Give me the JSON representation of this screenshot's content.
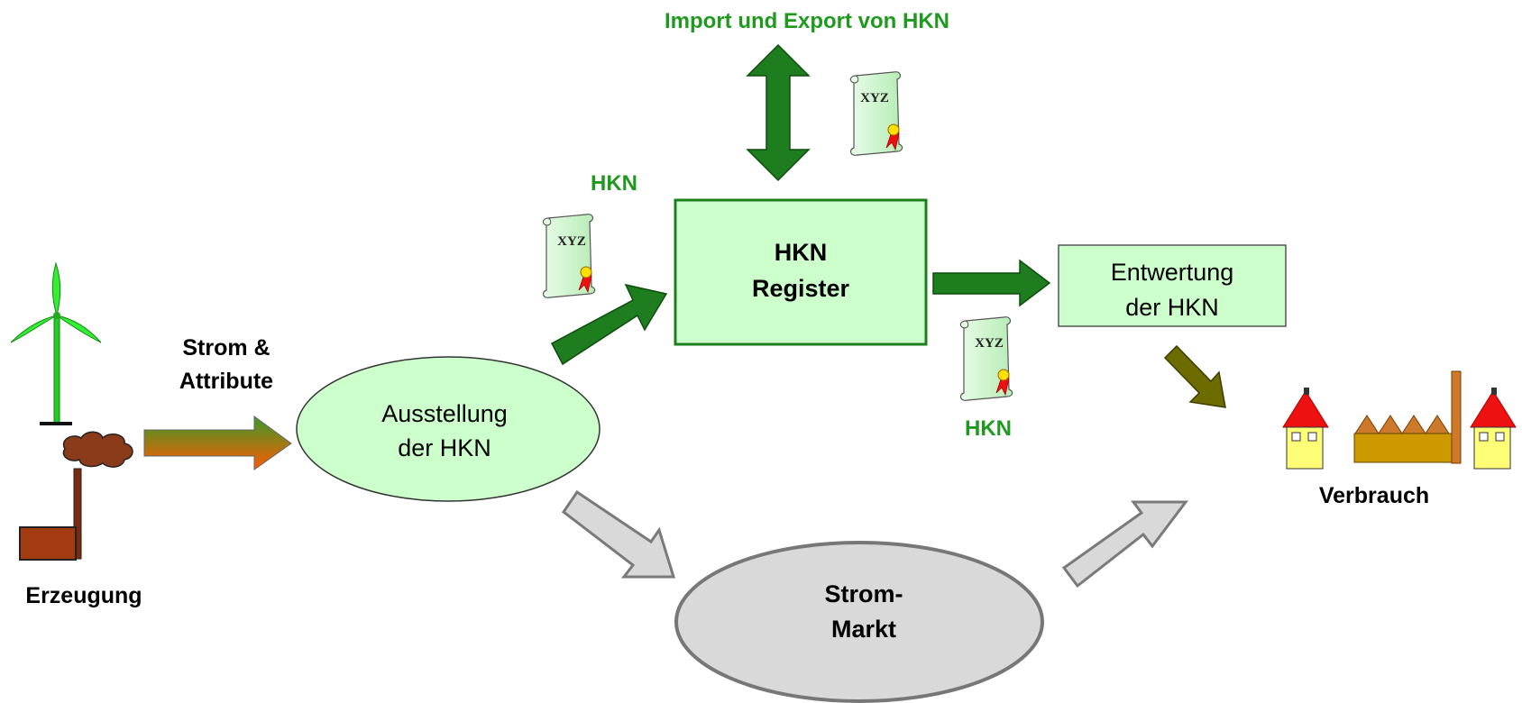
{
  "labels": {
    "import_export": "Import und Export von HKN",
    "hkn_left": "HKN",
    "hkn_right": "HKN",
    "strom_attribute_1": "Strom &",
    "strom_attribute_2": "Attribute",
    "erzeugung": "Erzeugung",
    "verbrauch": "Verbrauch"
  },
  "nodes": {
    "ausstellung": {
      "line1": "Ausstellung",
      "line2": "der HKN"
    },
    "register": {
      "line1": "HKN",
      "line2": "Register"
    },
    "entwertung": {
      "line1": "Entwertung",
      "line2": "der HKN"
    },
    "markt": {
      "line1": "Strom-",
      "line2": "Markt"
    }
  },
  "certificate": {
    "text": "XYZ"
  },
  "colors": {
    "green_label": "#1f9a1f",
    "green_arrow": "#1e7d1e",
    "light_green_fill": "#ccffcc",
    "grey_fill": "#d9d9d9",
    "olive_arrow": "#6b6b00"
  }
}
